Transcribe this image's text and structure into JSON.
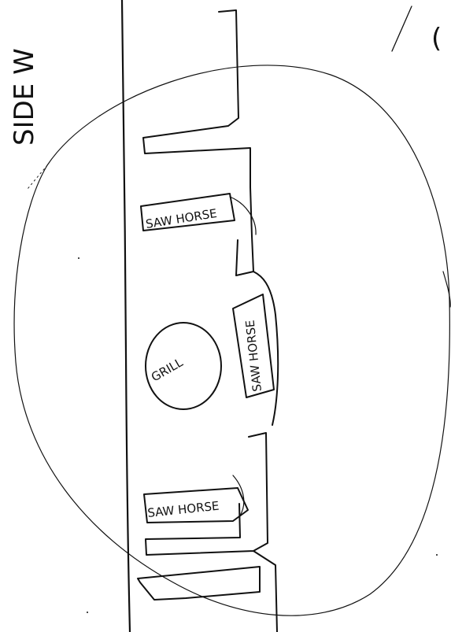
{
  "labels": {
    "top_left_note": "SIDE W",
    "grill": "GRILL",
    "saw_horse_top": "SAW HORSE",
    "saw_horse_middle": "SAW HORSE",
    "saw_horse_bottom": "SAW HORSE",
    "top_right_fragment": "("
  },
  "ink_color": "#111111",
  "background_color": "#ffffff"
}
